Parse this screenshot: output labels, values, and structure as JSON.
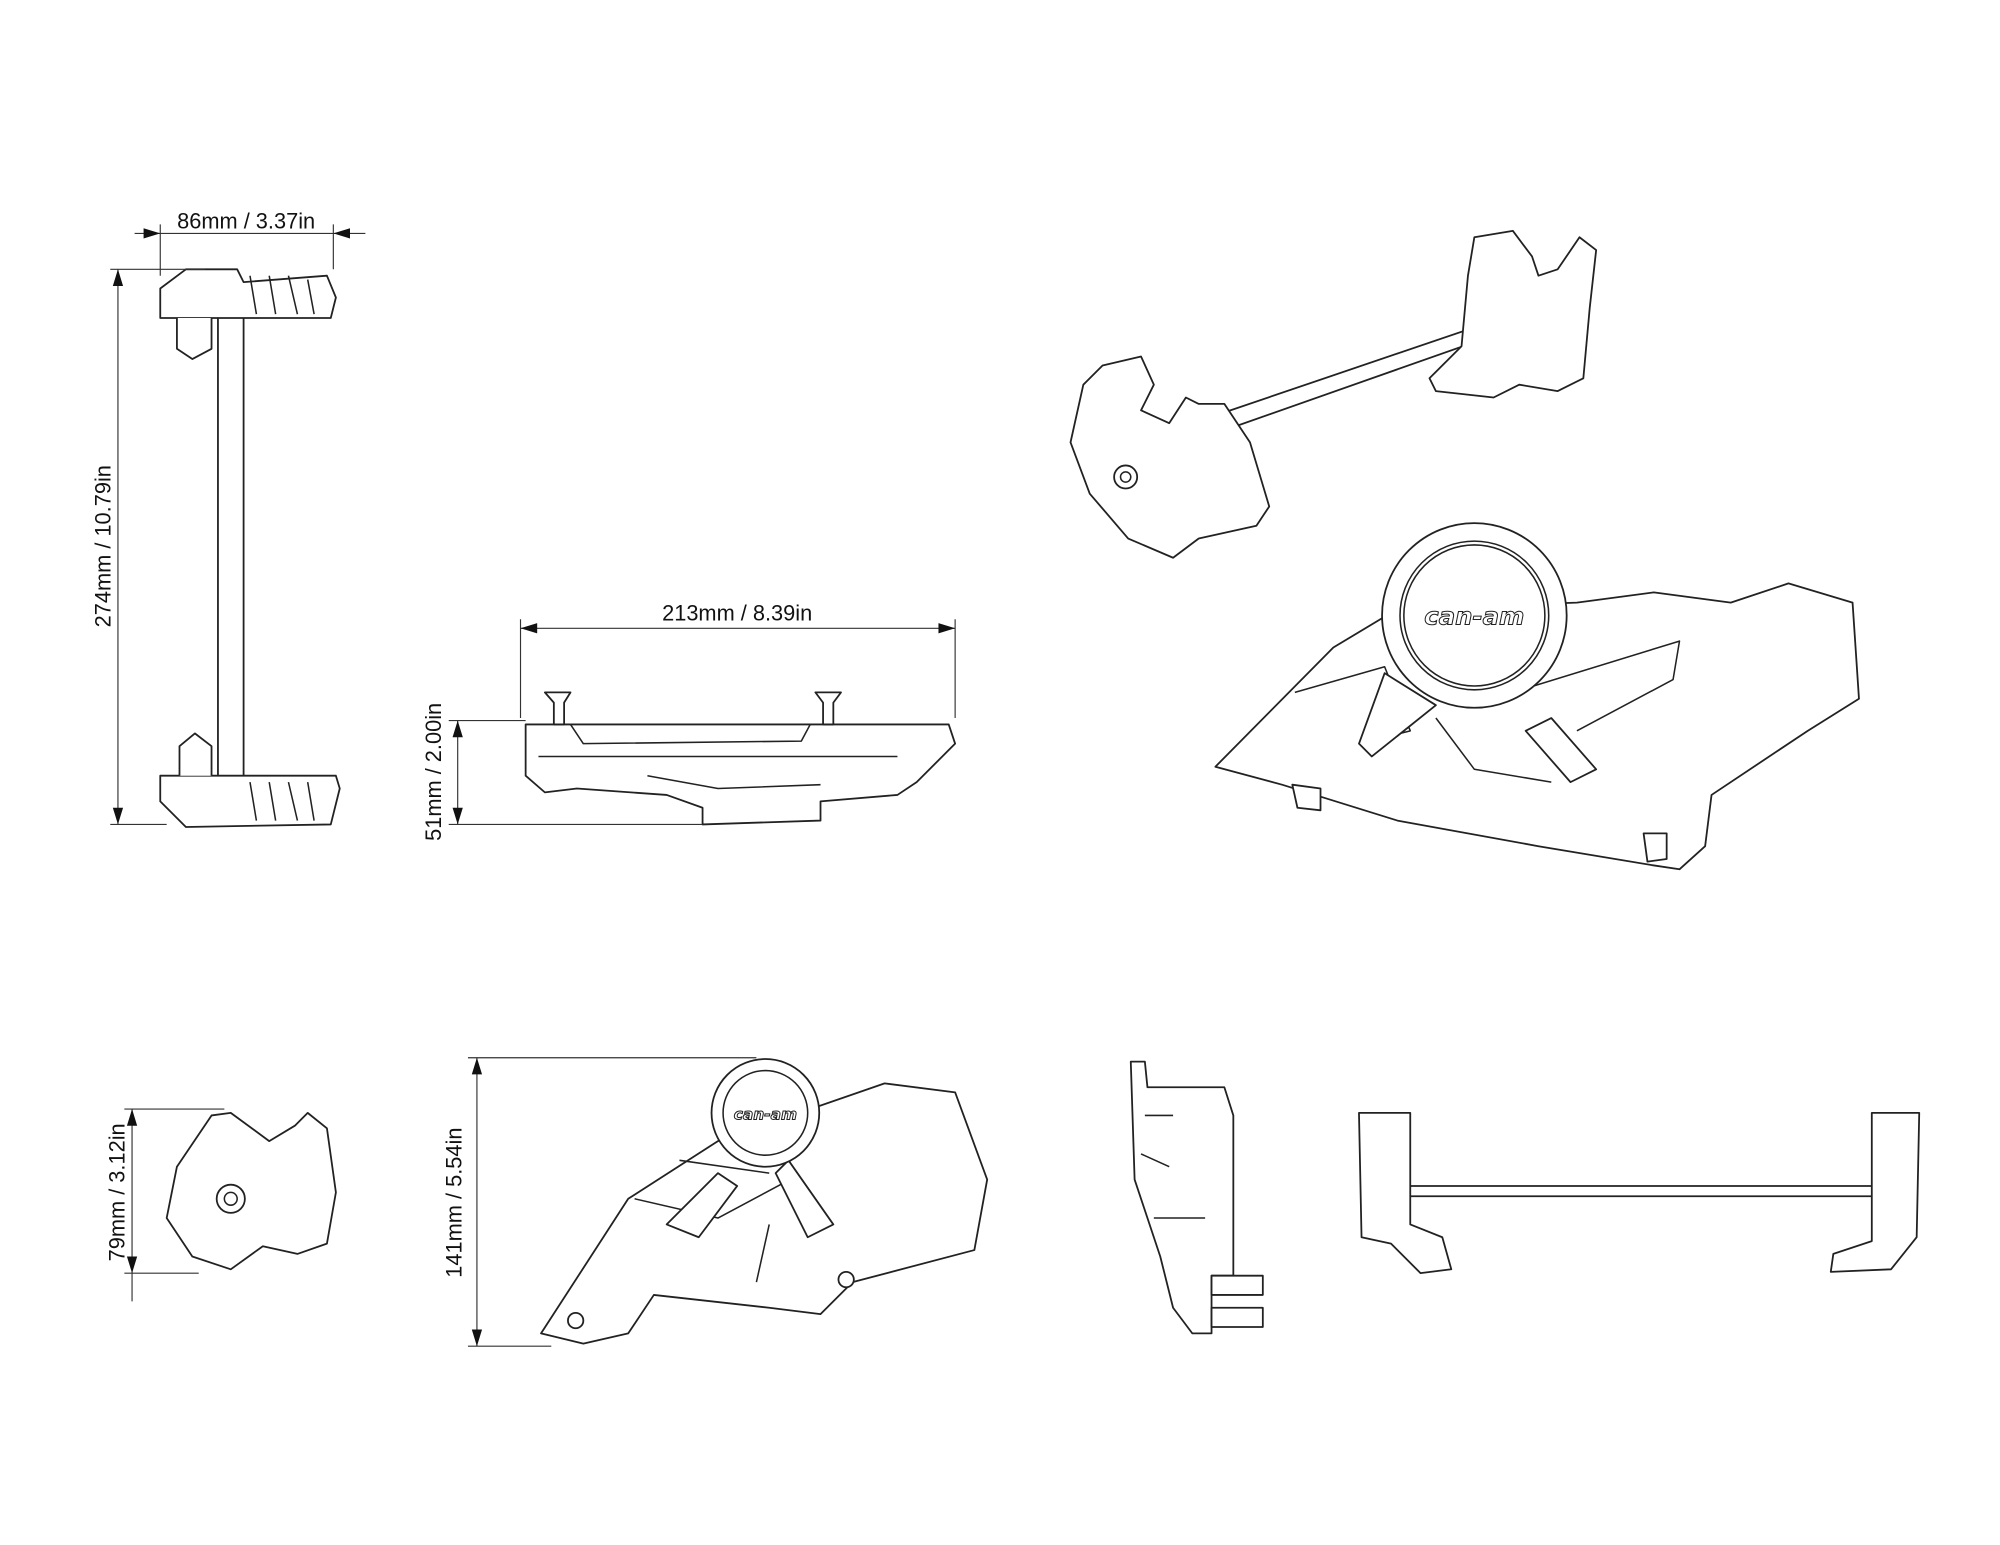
{
  "dimensions": {
    "top_width": "86mm / 3.37in",
    "top_height": "274mm / 10.79in",
    "middle_width": "213mm / 8.39in",
    "middle_height": "51mm / 2.00in",
    "bracket_height": "79mm / 3.12in",
    "cover_height": "141mm / 5.54in"
  },
  "logo": {
    "iso": "can-am",
    "side": "can-am"
  }
}
